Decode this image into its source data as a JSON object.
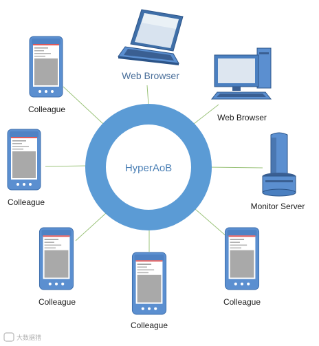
{
  "hub": {
    "label": "HyperAoB",
    "ring_color": "#5b9bd5"
  },
  "line_color": "#9bc37a",
  "nodes": {
    "laptop": {
      "label": "Web Browser",
      "icon": "laptop-icon"
    },
    "desktop": {
      "label": "Web Browser",
      "icon": "desktop-computer-icon"
    },
    "server": {
      "label": "Monitor Server",
      "icon": "server-icon"
    },
    "phone_ul": {
      "label": "Colleague",
      "icon": "smartphone-icon"
    },
    "phone_l": {
      "label": "Colleague",
      "icon": "smartphone-icon"
    },
    "phone_bl": {
      "label": "Colleague",
      "icon": "smartphone-icon"
    },
    "phone_b": {
      "label": "Colleague",
      "icon": "smartphone-icon"
    },
    "phone_br": {
      "label": "Colleague",
      "icon": "smartphone-icon"
    }
  },
  "watermark": "大数据猎"
}
